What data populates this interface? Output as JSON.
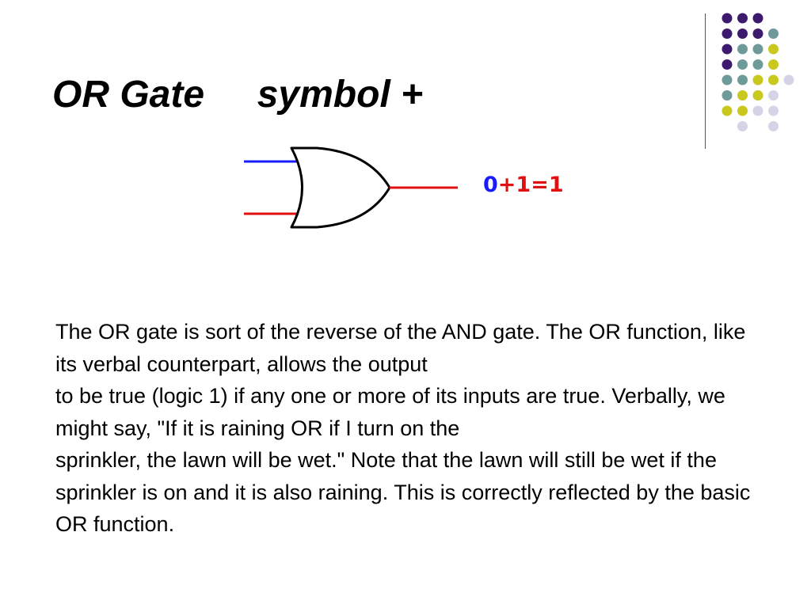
{
  "slide": {
    "title": "OR Gate     symbol +",
    "equation": {
      "zero": "0",
      "rest": "+1=1"
    },
    "body": "The OR gate is sort of the reverse of the AND gate. The OR function, like its verbal counterpart, allows the output\nto be true (logic 1) if any one or more of its inputs are true. Verbally, we might say, \"If it is raining OR if I turn on the\nsprinkler, the lawn will be wet.\"  Note that the lawn will still be wet if the sprinkler is on and it is also raining. This is correctly reflected by the basic OR function."
  },
  "colors": {
    "input_a_wire": "#1a1aff",
    "input_b_wire": "#e01010",
    "output_wire": "#e01010",
    "dot_purple": "#3d1a6e",
    "dot_teal": "#6f9a9a",
    "dot_yellow": "#c8c81e",
    "dot_lavender": "#d4d4e6"
  }
}
